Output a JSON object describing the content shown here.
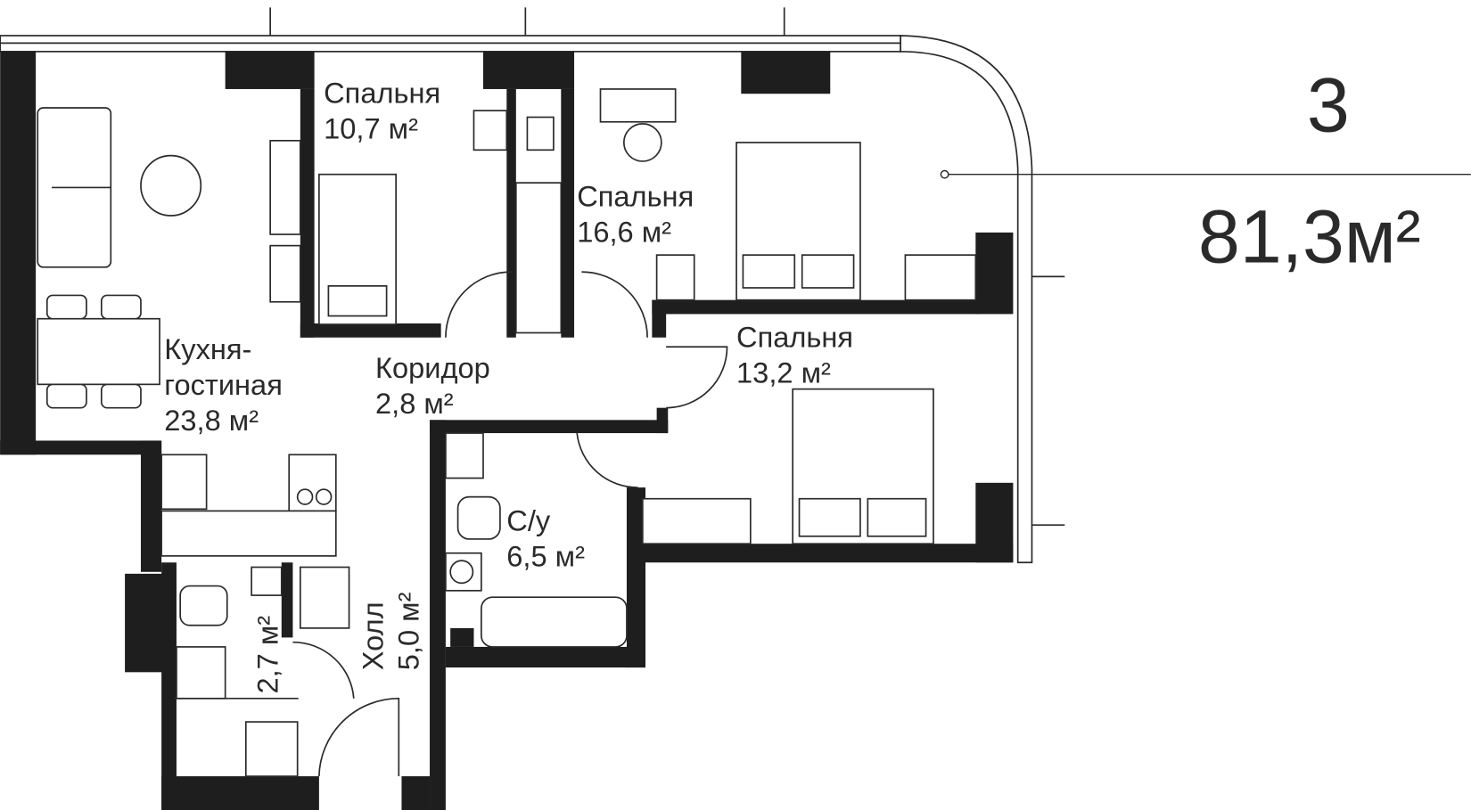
{
  "apartment": {
    "rooms_count": "3",
    "total_area": "81,3м²"
  },
  "rooms": [
    {
      "name": "Спальня",
      "area": "10,7 м²"
    },
    {
      "name": "Спальня",
      "area": "16,6 м²"
    },
    {
      "name": "Спальня",
      "area": "13,2 м²"
    },
    {
      "name_line1": "Кухня-",
      "name_line2": "гостиная",
      "area": "23,8 м²"
    },
    {
      "name": "Коридор",
      "area": "2,8 м²"
    },
    {
      "name": "С/у",
      "area": "6,5 м²"
    },
    {
      "name": "Холл",
      "area": "5,0 м²"
    },
    {
      "area": "2,7 м²"
    }
  ],
  "colors": {
    "wall": "#1e1e1e",
    "text": "#2a2a2a"
  }
}
